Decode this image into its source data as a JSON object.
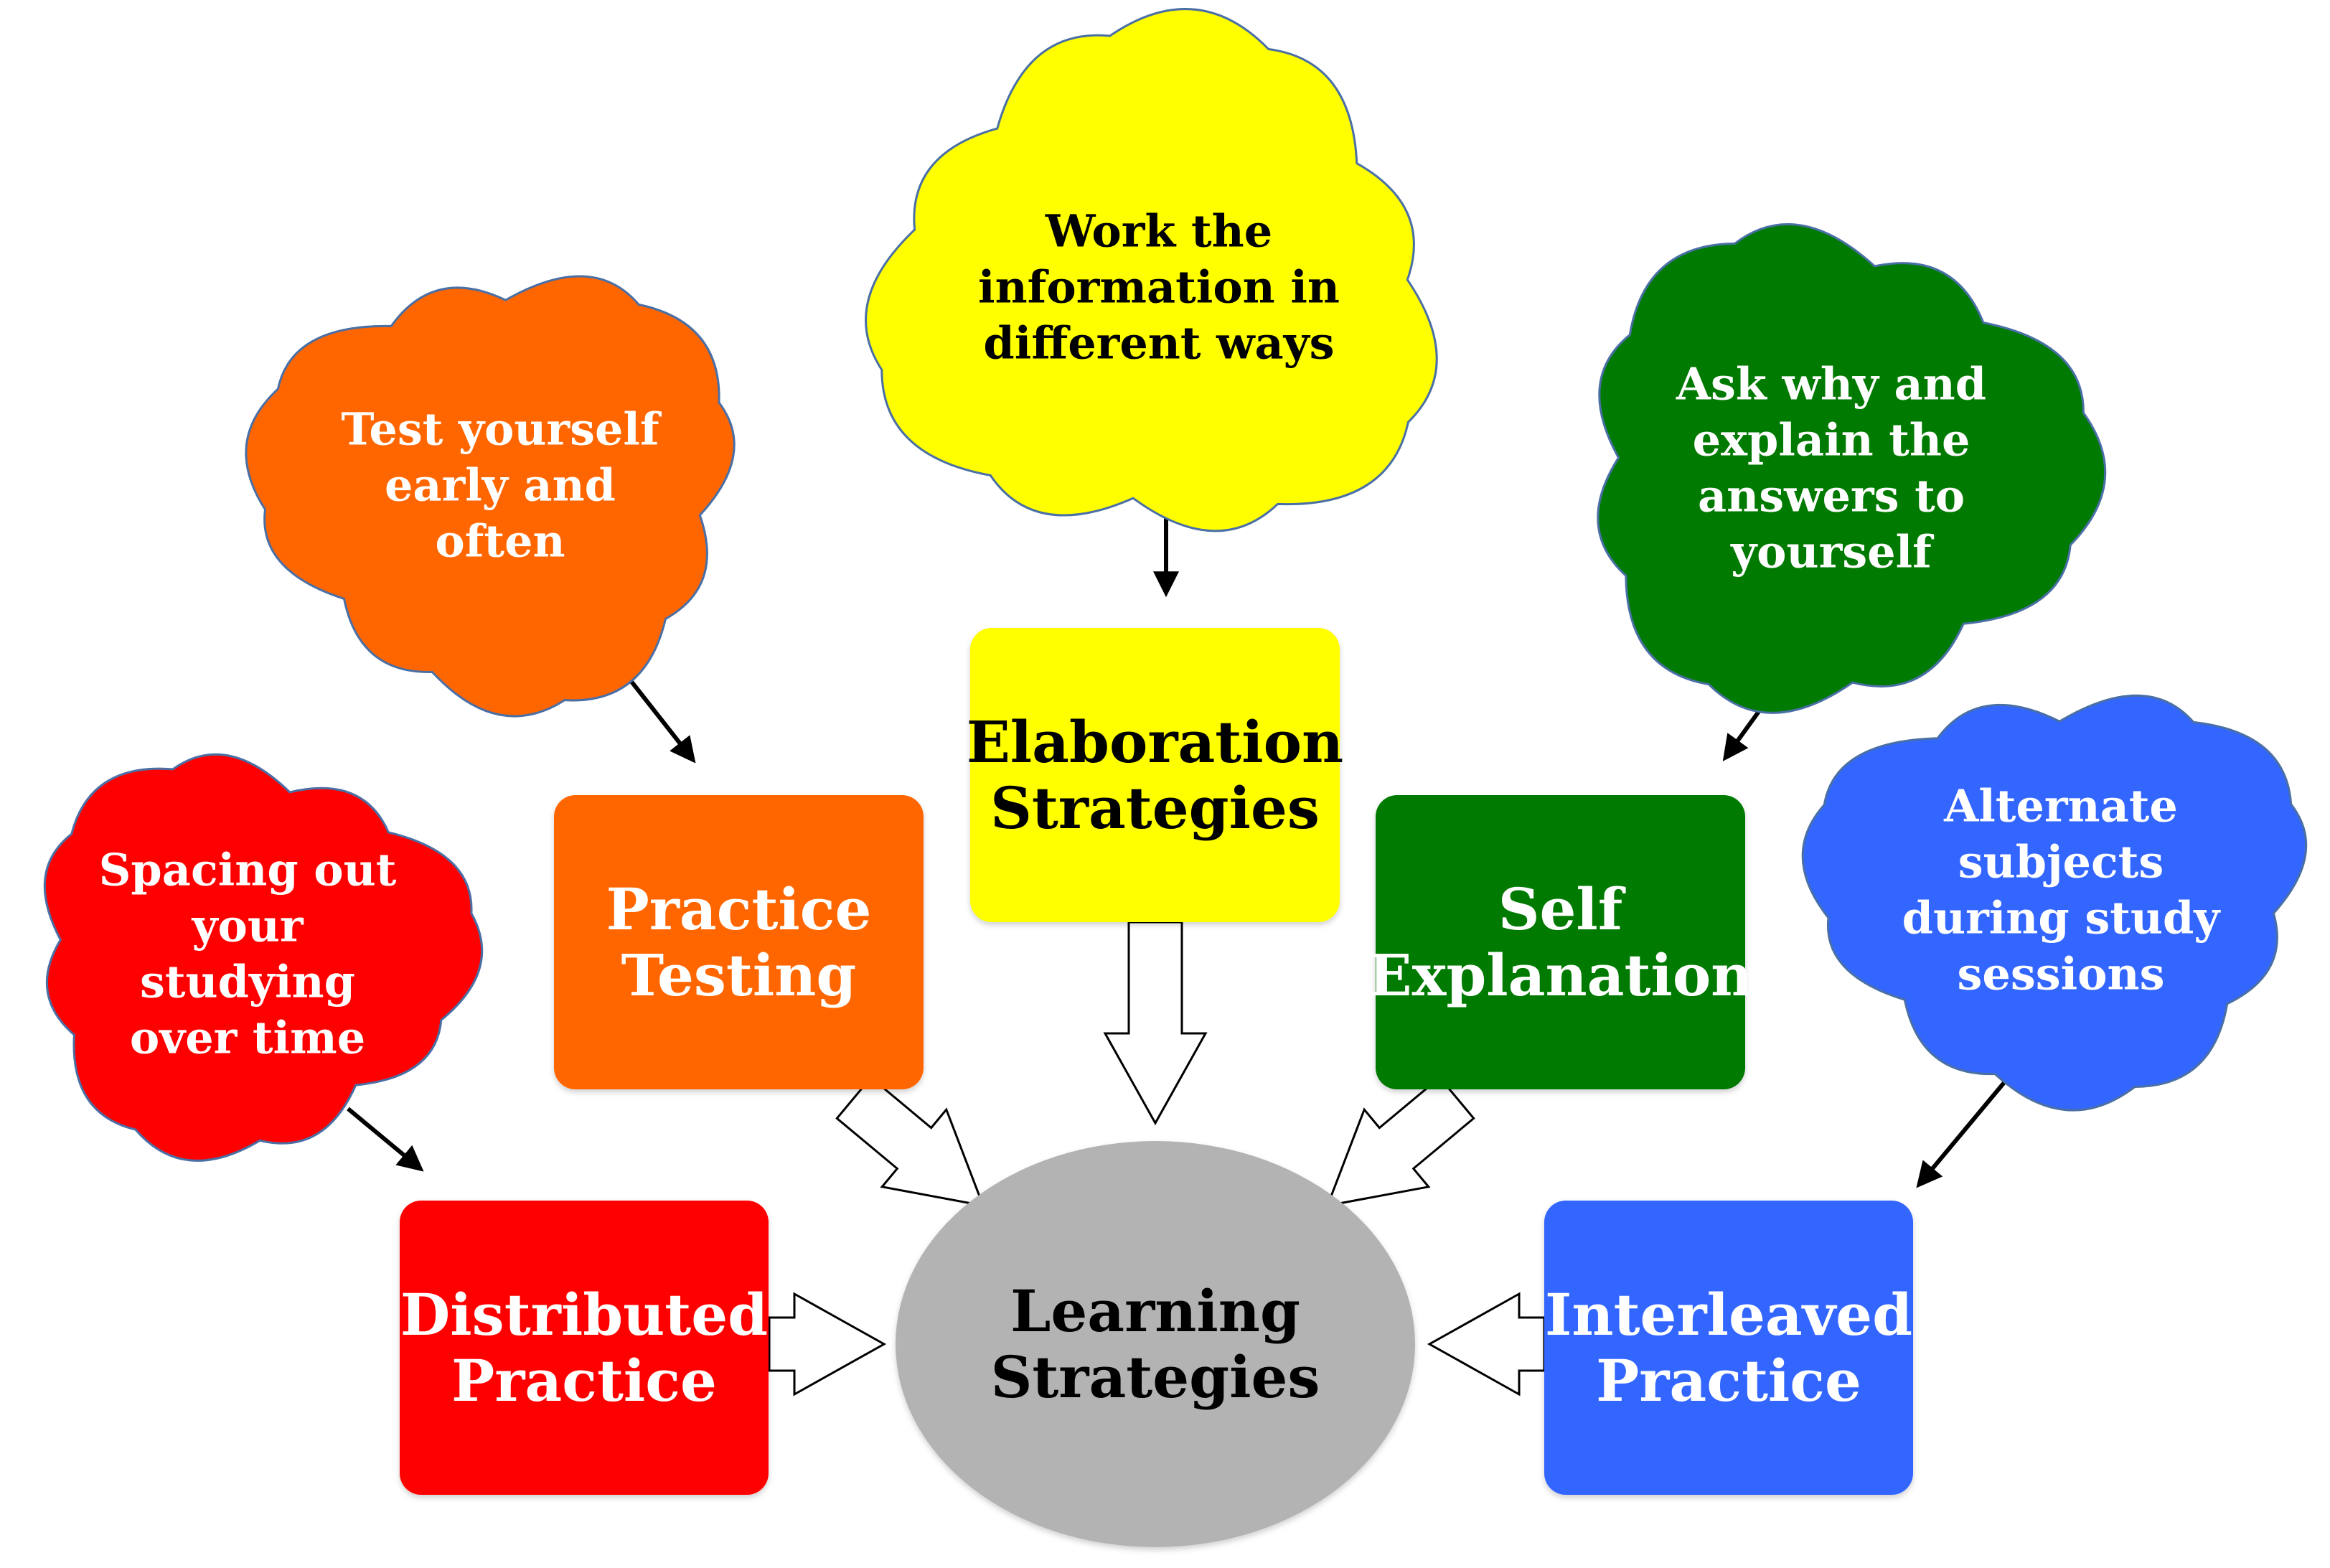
{
  "colors": {
    "red": "#ff0000",
    "orange": "#ff6600",
    "yellow": "#ffff00",
    "green": "#007a00",
    "blue": "#3366ff",
    "gray": "#b3b3b3",
    "cloud_outline": "#4a6fa5",
    "white_text": "#ffffff",
    "black_text": "#000000"
  },
  "center": {
    "lines": [
      "Learning",
      "Strategies"
    ]
  },
  "boxes": [
    {
      "id": "distributed-practice",
      "lines": [
        "Distributed",
        "Practice"
      ],
      "color_key": "red",
      "text_key": "white_text"
    },
    {
      "id": "practice-testing",
      "lines": [
        "Practice",
        "Testing"
      ],
      "color_key": "orange",
      "text_key": "white_text"
    },
    {
      "id": "elaboration-strategies",
      "lines": [
        "Elaboration",
        "Strategies"
      ],
      "color_key": "yellow",
      "text_key": "black_text"
    },
    {
      "id": "self-explanation",
      "lines": [
        "Self",
        "Explanation"
      ],
      "color_key": "green",
      "text_key": "white_text"
    },
    {
      "id": "interleaved-practice",
      "lines": [
        "Interleaved",
        "Practice"
      ],
      "color_key": "blue",
      "text_key": "white_text"
    }
  ],
  "clouds": [
    {
      "id": "distributed-practice",
      "lines": [
        "Spacing out",
        "your",
        "studying",
        "over time"
      ],
      "color_key": "red",
      "text_key": "white_text"
    },
    {
      "id": "practice-testing",
      "lines": [
        "Test yourself",
        "early and",
        "often"
      ],
      "color_key": "orange",
      "text_key": "white_text"
    },
    {
      "id": "elaboration-strategies",
      "lines": [
        "Work the",
        "information in",
        "different ways"
      ],
      "color_key": "yellow",
      "text_key": "black_text"
    },
    {
      "id": "self-explanation",
      "lines": [
        "Ask why and",
        "explain the",
        "answers to",
        "yourself"
      ],
      "color_key": "green",
      "text_key": "white_text"
    },
    {
      "id": "interleaved-practice",
      "lines": [
        "Alternate",
        "subjects",
        "during study",
        "sessions"
      ],
      "color_key": "blue",
      "text_key": "white_text"
    }
  ]
}
